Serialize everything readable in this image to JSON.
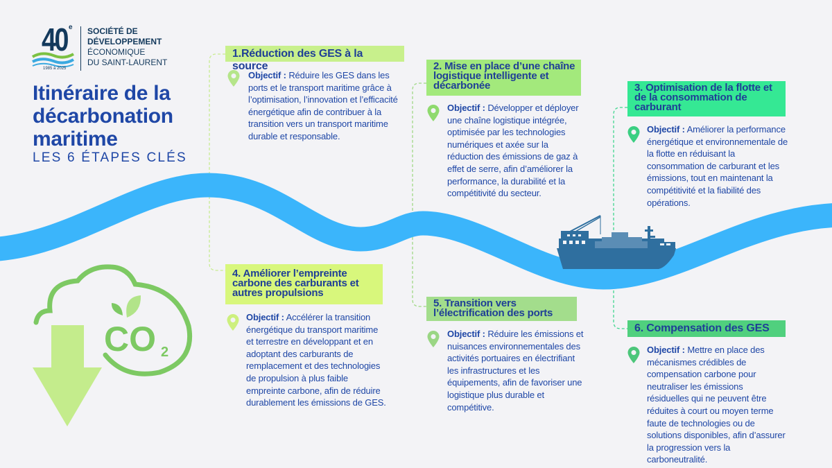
{
  "logo": {
    "number": "40",
    "superscript": "e",
    "years": "1985 à 2025",
    "org_line1": "SOCIÉTÉ DE",
    "org_line2": "DÉVELOPPEMENT",
    "org_line3": "ÉCONOMIQUE",
    "org_line4": "DU SAINT-LAURENT"
  },
  "title": "Itinéraire de la décarbonation maritime",
  "subtitle": "LES 6 ÉTAPES CLÉS",
  "objective_label": "Objectif :",
  "colors": {
    "wave": "#3bb5fb",
    "ship": "#2f6f9f",
    "text": "#1f47a6",
    "step1": "#c8f08c",
    "step2": "#a3e97c",
    "step3": "#35e894",
    "step4": "#d8f77c",
    "step5": "#a3dd8c",
    "step6": "#50d07e"
  },
  "steps": [
    {
      "title": "1.Réduction des GES à la source",
      "text": "Réduire les GES dans les ports et le transport maritime grâce à l’optimisation, l’innovation et l’efficacité énergétique afin de contribuer à la transition vers un transport maritime durable et responsable."
    },
    {
      "title": "2. Mise en place d’une chaîne logistique intelligente et décarbonée",
      "text": "Développer et déployer une chaîne logistique intégrée, optimisée par les technologies numériques et axée sur la réduction des émissions de gaz à effet de serre, afin d’améliorer la performance, la durabilité et la compétitivité du secteur."
    },
    {
      "title": "3. Optimisation de la flotte et de la consommation de carburant",
      "text": "Améliorer la performance énergétique et environnementale de la flotte en réduisant la consommation de carburant et les émissions, tout en maintenant la compétitivité et la fiabilité des opérations."
    },
    {
      "title": "4. Améliorer l’empreinte carbone des carburants et autres propulsions",
      "text": "Accélérer la transition énergétique du transport maritime et terrestre en développant et en adoptant des carburants de remplacement et des technologies de propulsion à plus faible empreinte carbone, afin de réduire durablement les émissions de GES."
    },
    {
      "title": "5. Transition vers l’électrification des ports",
      "text": "Réduire les émissions et nuisances environnementales des activités portuaires en électrifiant les infrastructures et les équipements, afin de favoriser une logistique plus durable et compétitive."
    },
    {
      "title": "6. Compensation des GES",
      "text": "Mettre en place des mécanismes crédibles de compensation carbone pour neutraliser les émissions résiduelles qui ne peuvent être réduites à court ou moyen terme faute de technologies ou de solutions disponibles, afin d’assurer la progression vers la carboneutralité."
    }
  ],
  "illustration": {
    "co2": "CO",
    "co2_sub": "2"
  }
}
